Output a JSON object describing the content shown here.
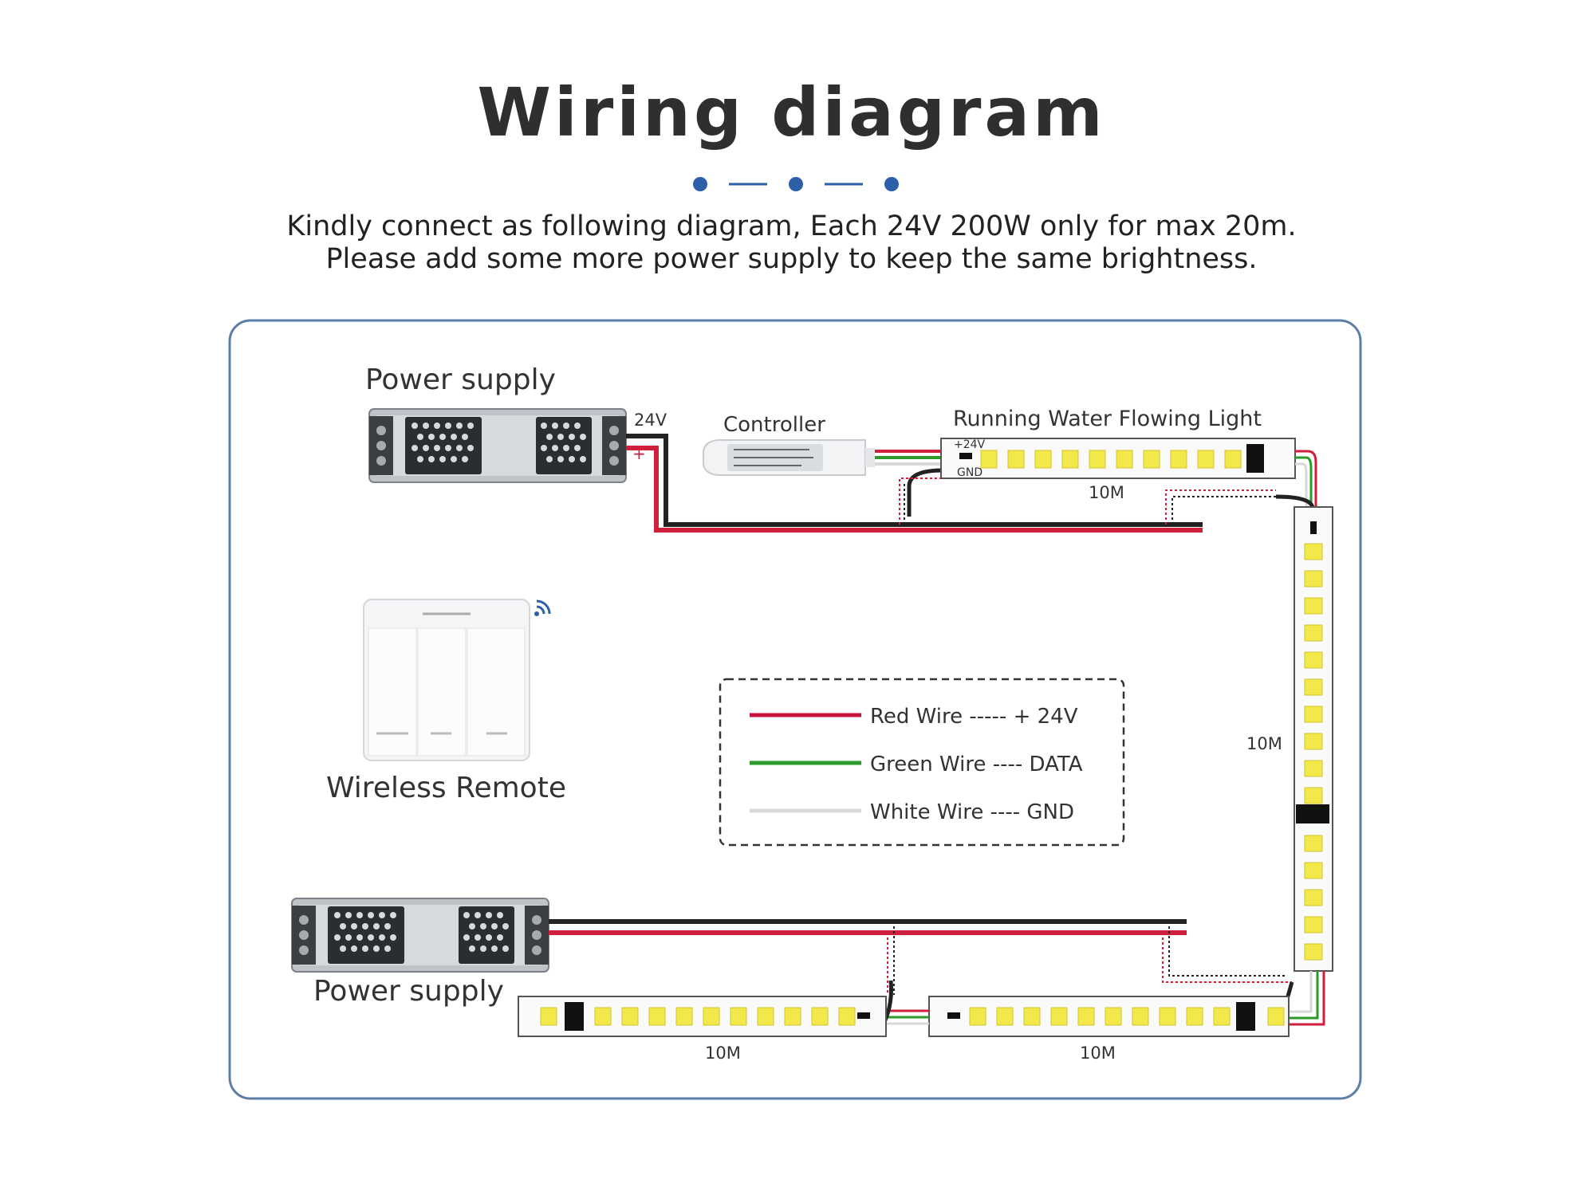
{
  "header": {
    "title": "Wiring diagram",
    "line1": "Kindly connect as following diagram, Each 24V 200W only for max 20m.",
    "line2": "Please add some more power supply to keep the same brightness."
  },
  "diagram": {
    "power_supply_top": "Power supply",
    "power_supply_bottom": "Power supply",
    "voltage": "24V",
    "controller": "Controller",
    "strip_title": "Running Water Flowing Light",
    "strip_pos": "+24V",
    "strip_gnd": "GND",
    "plus_sign": "+",
    "minus_sign": "-",
    "len_top": "10M",
    "len_right": "10M",
    "len_bottom_left": "10M",
    "len_bottom_right": "10M",
    "remote": "Wireless Remote"
  },
  "legend": {
    "items": [
      {
        "label": "Red Wire ----- + 24V",
        "color": "#c4133c"
      },
      {
        "label": "Green Wire ---- DATA",
        "color": "#2a9a2a"
      },
      {
        "label": "White Wire ---- GND",
        "color": "#d8d8d8"
      }
    ]
  },
  "colors": {
    "frame": "#5b7fa6",
    "accent_dot": "#2d5ea8",
    "red_wire": "#d01f3c",
    "black_wire": "#222222",
    "green_wire": "#2a9a2a",
    "led": "#f3e84a"
  }
}
